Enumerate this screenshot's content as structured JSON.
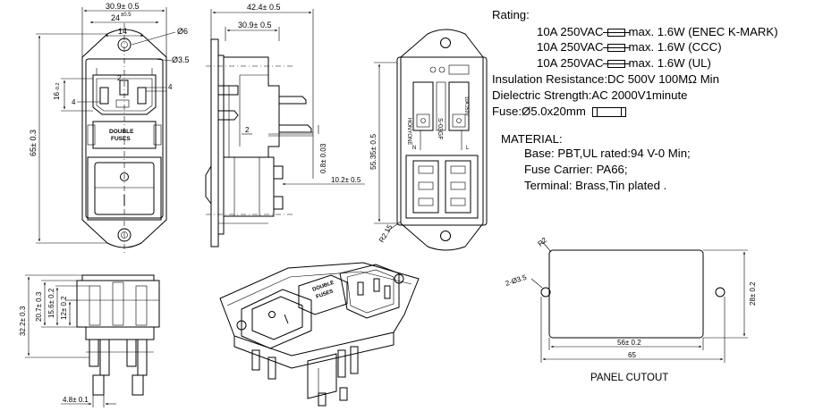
{
  "specs": {
    "rating_title": "Rating:",
    "ratings": [
      {
        "value": "10A 250VAC",
        "text": "max. 1.6W (ENEC K-MARK)"
      },
      {
        "value": "10A 250VAC",
        "text": "max. 1.6W (CCC)"
      },
      {
        "value": "10A 250VAC",
        "text": "max. 1.6W (UL)"
      }
    ],
    "insulation": "Insulation Resistance:DC 500V 100MΩ  Min",
    "dielectric": "Dielectric Strength:AC 2000V1minute",
    "fuse": "Fuse:Ø5.0x20mm",
    "material_title": "MATERIAL:",
    "materials": [
      "Base: PBT,UL rated:94 V-0 Min;",
      "Fuse Carrier: PA66;",
      "Terminal: Brass,Tin plated ."
    ]
  },
  "front_view": {
    "dim_width": "30.9± 0.5",
    "dim_24": "24",
    "dim_24_tol": "±0.5",
    "dim_14": "14",
    "dim_hole": "Ø6",
    "dim_mount": "Ø3.5",
    "dim_2": "2",
    "dim_4a": "4",
    "dim_4b": "4",
    "dim_16": "16",
    "dim_16_tol": "-0.2",
    "dim_height": "65± 0.3",
    "fuse_label_1": "DOUBLE",
    "fuse_label_2": "FUSES",
    "switch_on": "O",
    "switch_off": "I"
  },
  "side_view": {
    "dim_total": "42.4± 0.5",
    "dim_body": "30.9± 0.5",
    "dim_2": "2",
    "dim_08": "0.8± 0.03",
    "dim_102": "10.2± 0.5"
  },
  "back_view": {
    "dim_height": "55.35± 0.5",
    "radius": "R2.15",
    "brand": "HONYONE",
    "model": "S-03GF",
    "fuse_rating": "10A 250V",
    "term_n": "N",
    "term_l": "L"
  },
  "bottom_view": {
    "dim_32": "32.2± 0.3",
    "dim_207": "20.7± 0.3",
    "dim_156": "15.6± 0.2",
    "dim_12": "12± 0.2",
    "dim_48": "4.8± 0.1"
  },
  "iso_view": {
    "label_1": "DOUBLE",
    "label_2": "FUSES",
    "switch_on": "O",
    "switch_off": "I"
  },
  "cutout": {
    "title": "PANEL CUTOUT",
    "radius": "R2",
    "hole": "2-Ø3.5",
    "dim_56": "56± 0.2",
    "dim_65": "65",
    "dim_28": "28± 0.2"
  }
}
